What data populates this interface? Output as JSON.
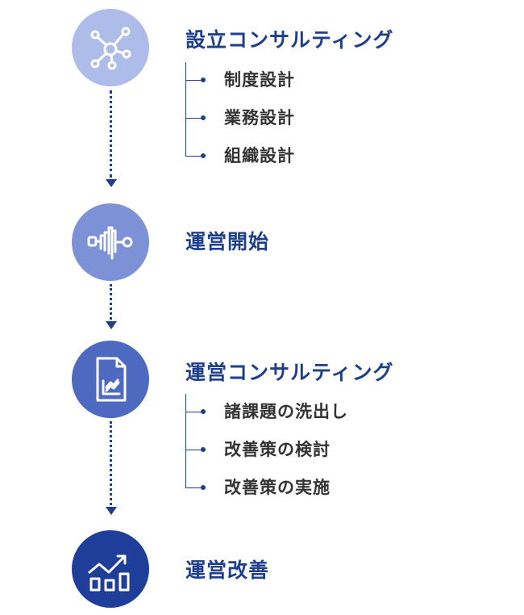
{
  "colors": {
    "step1_circle": "#aebce9",
    "step2_circle": "#7d92d6",
    "step3_circle": "#4e69c0",
    "step4_circle": "#1f3e99",
    "title": "#1e3f8c",
    "sub_label": "#333333",
    "connector": "#1e3f8c"
  },
  "steps": [
    {
      "icon": "network-nodes-icon",
      "title": "設立コンサルティング",
      "items": [
        "制度設計",
        "業務設計",
        "組織設計"
      ]
    },
    {
      "icon": "waveform-icon",
      "title": "運営開始",
      "items": []
    },
    {
      "icon": "chart-document-icon",
      "title": "運営コンサルティング",
      "items": [
        "諸課題の洗出し",
        "改善策の検討",
        "改善策の実施"
      ]
    },
    {
      "icon": "growth-chart-icon",
      "title": "運営改善",
      "items": []
    }
  ]
}
